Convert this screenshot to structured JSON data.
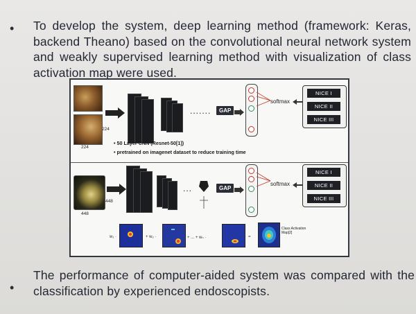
{
  "bullets": [
    {
      "marker": "•",
      "text": "To develop the system, deep learning method (framework: Keras, backend Theano) based on the convolutional neural network system and weakly supervised learning method with visualization of class activation map were used."
    },
    {
      "marker": "•",
      "text": "The performance of computer-aided system was compared with the classification by experienced endoscopists."
    }
  ],
  "figure": {
    "top": {
      "dim_h": "224",
      "dim_w": "224",
      "dots": ".......",
      "gap": "GAP",
      "softmax": "softmax",
      "classes": [
        "NICE I",
        "NICE II",
        "NICE III"
      ],
      "notes": [
        "• 50 Layer CNN (Resnet-50[1])",
        "• pretrained on imagenet dataset to reduce training time"
      ]
    },
    "bottom": {
      "dim_h": "448",
      "dim_w": "448",
      "dots": "...",
      "gap": "GAP",
      "softmax": "softmax",
      "classes": [
        "NICE I",
        "NICE II",
        "NICE III"
      ],
      "cam_terms": [
        "w₁ ·",
        "+ w₂ ·",
        "+ ... + wₙ ·",
        "="
      ],
      "cam_label": "Class Activation Map[2]"
    }
  },
  "colors": {
    "neuron_outline": "#c0392b",
    "neuron_outline_green": "#2e8b57",
    "cam_blue": "#1c2f9a"
  }
}
